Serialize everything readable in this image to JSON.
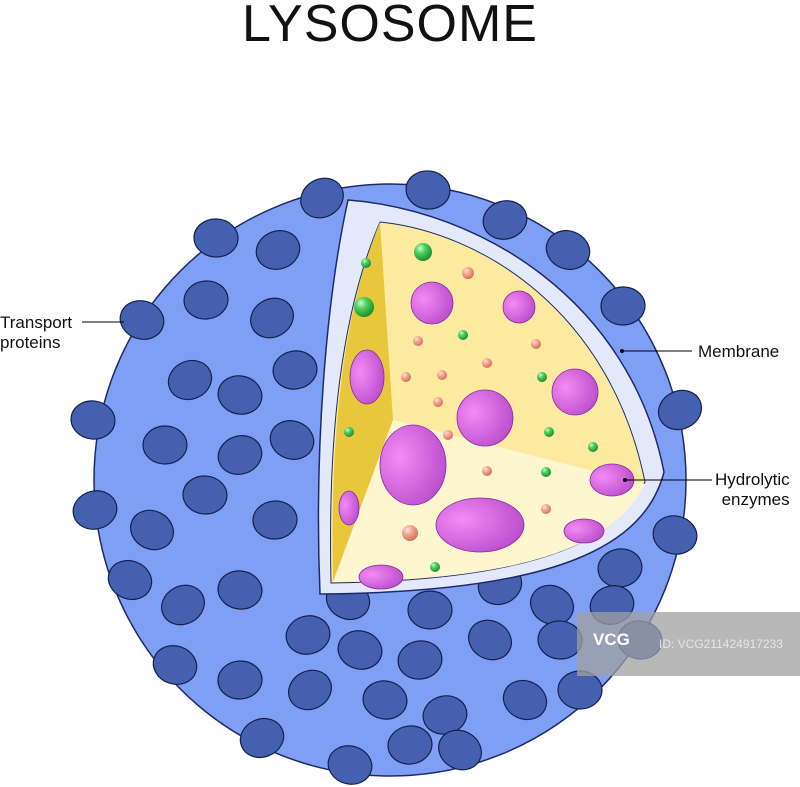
{
  "title": "LYSOSOME",
  "labels": {
    "transport_proteins": "Transport\nproteins",
    "membrane": "Membrane",
    "hydrolytic_enzymes": "Hydrolytic\nenzymes"
  },
  "watermark": {
    "logo": "VCG",
    "id": "ID: VCG211424917233"
  },
  "colors": {
    "sphere": "#7f9ff5",
    "protein": "#4660b0",
    "membrane": "#e3e9fb",
    "lumen": "#fbeaa0",
    "wall": "#e9c73c",
    "floor": "#fdf6cf",
    "enzyme": "#e07ae8",
    "green_particle": "#3fc85a",
    "pink_particle": "#f0a090"
  }
}
